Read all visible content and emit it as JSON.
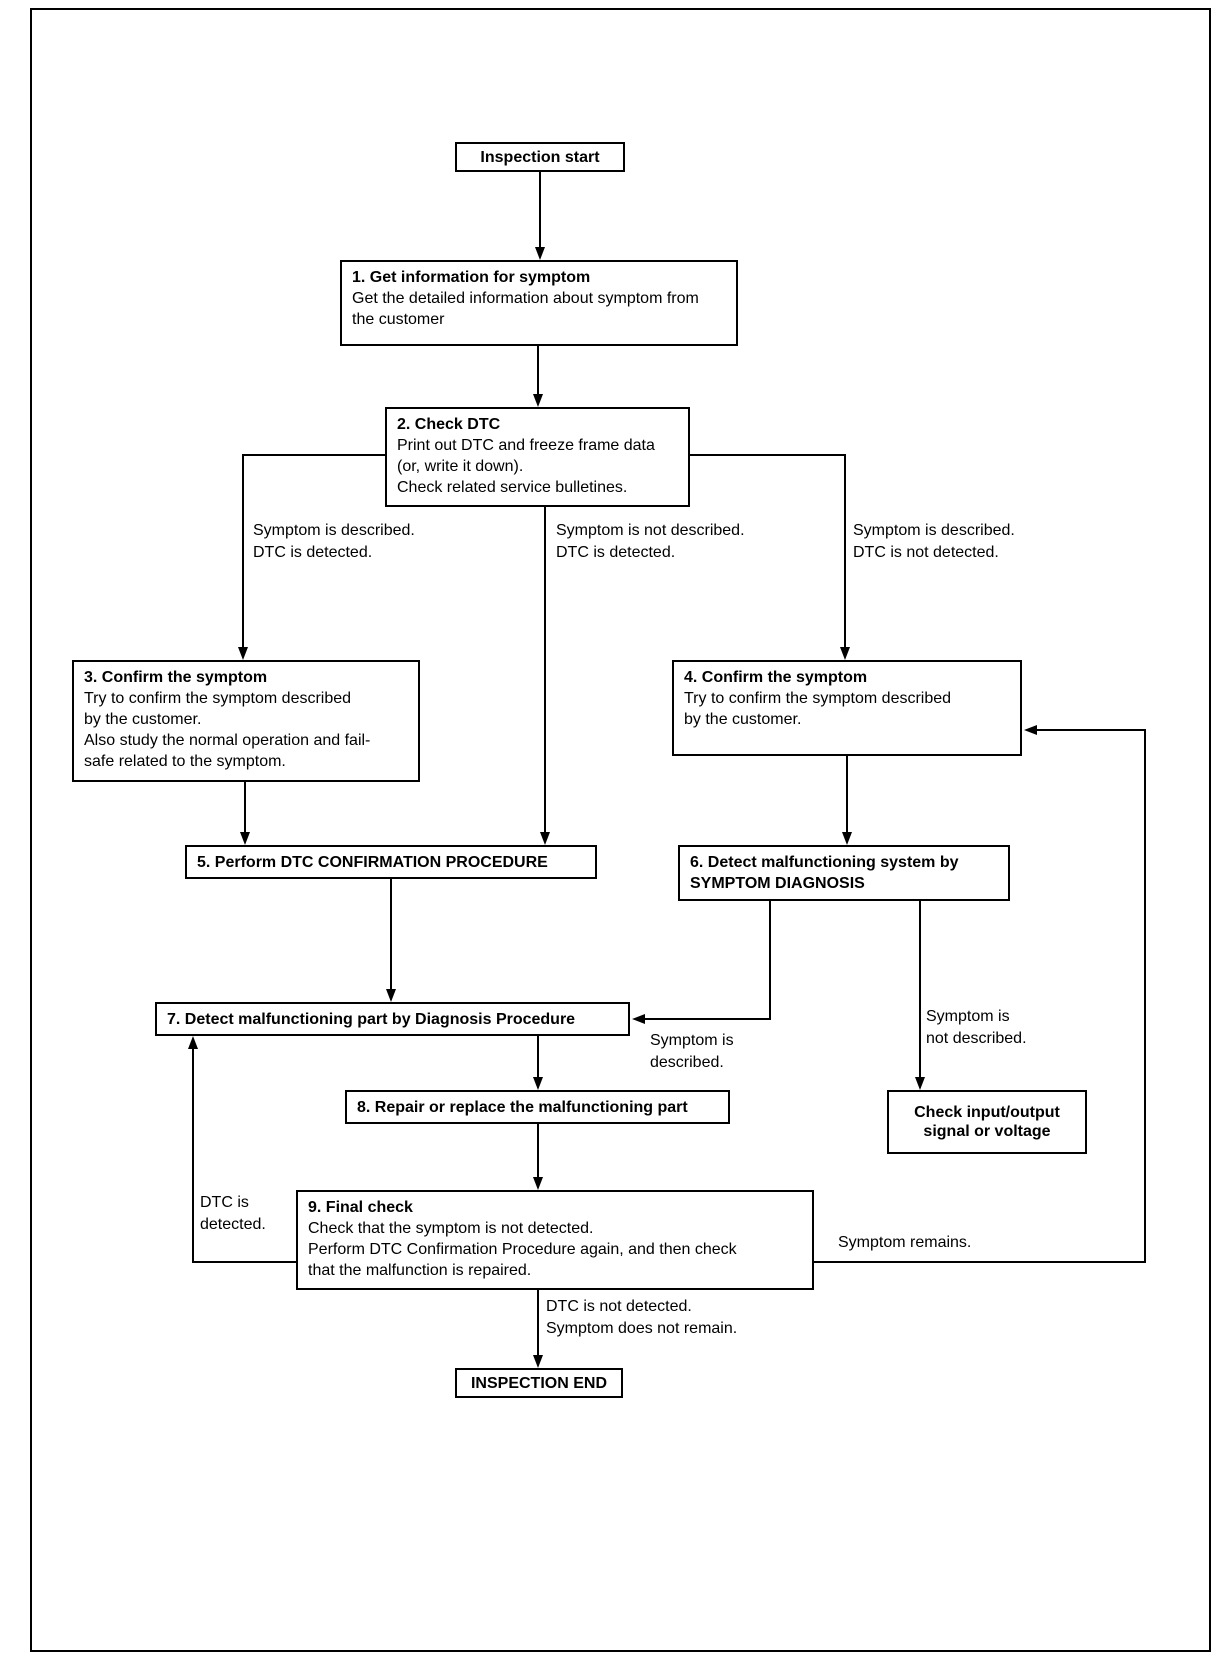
{
  "diagram": {
    "nodes": {
      "start": {
        "title": "Inspection start"
      },
      "step1": {
        "title": "1. Get information for symptom",
        "body": "Get the detailed information about symptom from\nthe customer"
      },
      "step2": {
        "title": "2. Check DTC",
        "body": "Print out DTC and freeze frame data\n(or, write it down).\nCheck related service bulletines."
      },
      "step3": {
        "title": "3. Confirm the symptom",
        "body": "Try to confirm the symptom described\nby the customer.\nAlso study the normal operation and fail-\nsafe related to the symptom."
      },
      "step4": {
        "title": "4. Confirm the symptom",
        "body": "Try to confirm the symptom described\nby the customer."
      },
      "step5": {
        "title": "5. Perform DTC CONFIRMATION PROCEDURE"
      },
      "step6": {
        "title": "6. Detect malfunctioning system by\nSYMPTOM DIAGNOSIS"
      },
      "step7": {
        "title": "7. Detect malfunctioning part by Diagnosis Procedure"
      },
      "step8": {
        "title": "8. Repair or replace the malfunctioning part"
      },
      "check_io": {
        "title": "Check input/output\nsignal or voltage"
      },
      "step9": {
        "title": "9. Final check",
        "body": "Check that the symptom is not detected.\nPerform DTC Confirmation Procedure again, and then check\nthat the malfunction is repaired."
      },
      "end": {
        "title": "INSPECTION END"
      }
    },
    "edge_labels": {
      "described_detected": "Symptom is described.\nDTC is detected.",
      "not_described_detected": "Symptom is not described.\nDTC is detected.",
      "described_not_detected": "Symptom is described.\nDTC is not detected.",
      "symptom_described": "Symptom is\ndescribed.",
      "symptom_not_described": "Symptom is\nnot described.",
      "dtc_detected": "DTC is\ndetected.",
      "symptom_remains": "Symptom remains.",
      "dtc_not_detected_no_remain": "DTC is not detected.\nSymptom does not remain."
    }
  }
}
